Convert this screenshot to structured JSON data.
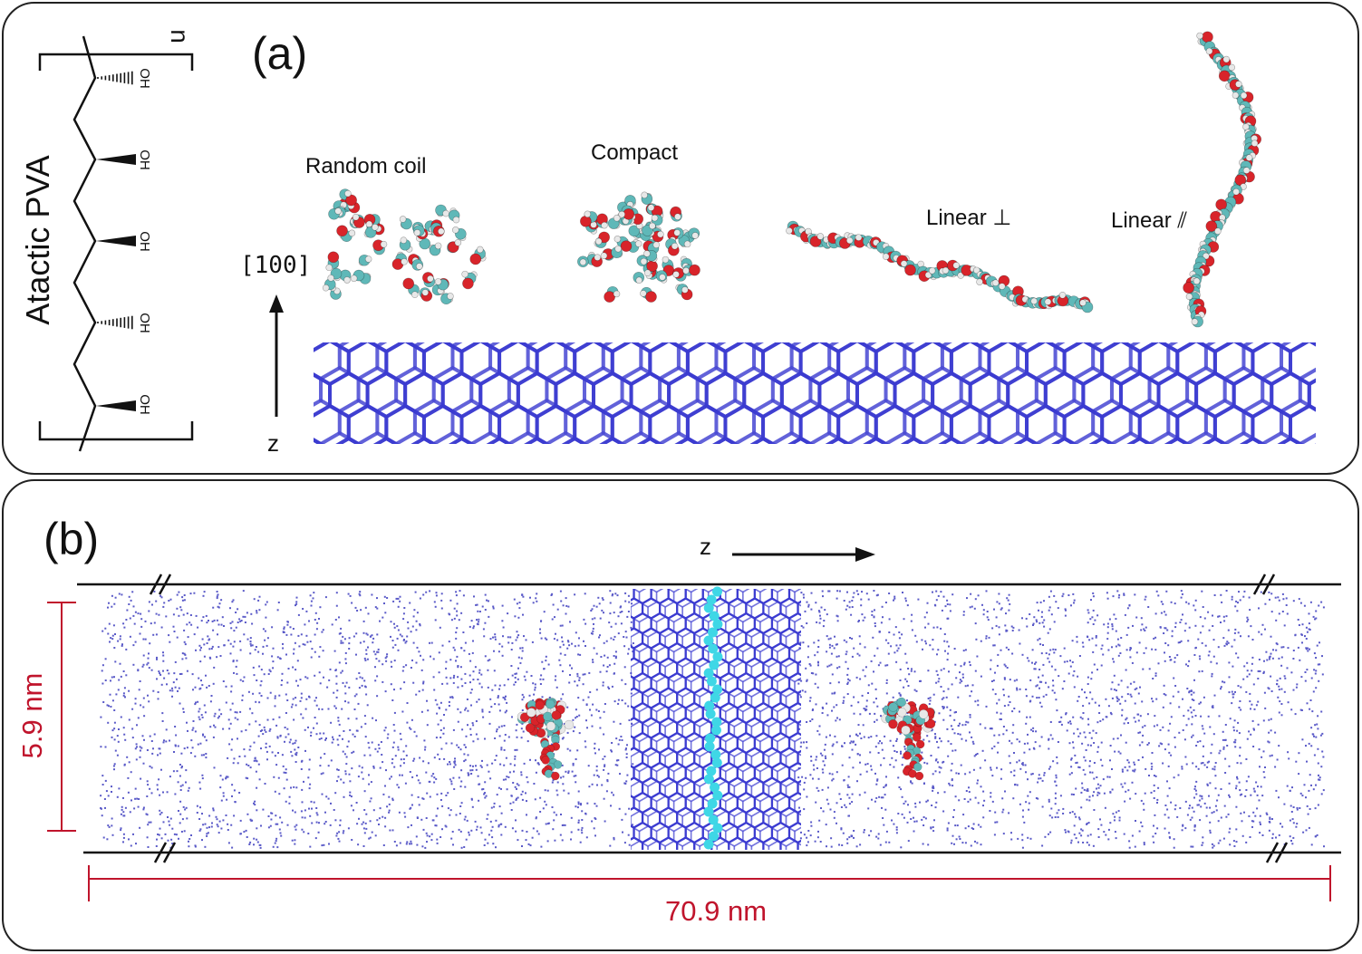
{
  "panel_a": {
    "label": "(a)",
    "polymer_name": "Atactic PVA",
    "repeat_index": "n",
    "hydroxyl_label": "OH",
    "direction_label": "[100]",
    "axis_label": "z",
    "conformations": [
      "Random coil",
      "Compact",
      "Linear ⊥",
      "Linear ⫽"
    ]
  },
  "panel_b": {
    "label": "(b)",
    "axis_label": "z",
    "height_label": "5.9 nm",
    "width_label": "70.9 nm"
  },
  "colors": {
    "ice": "#3b3bd0",
    "water": "#5a5ac8",
    "highlight": "#3fd7e6",
    "carbon": "#5fb8b8",
    "oxygen": "#d8242a",
    "hydrogen": "#e8e8e8",
    "dimension": "#c0142c"
  }
}
